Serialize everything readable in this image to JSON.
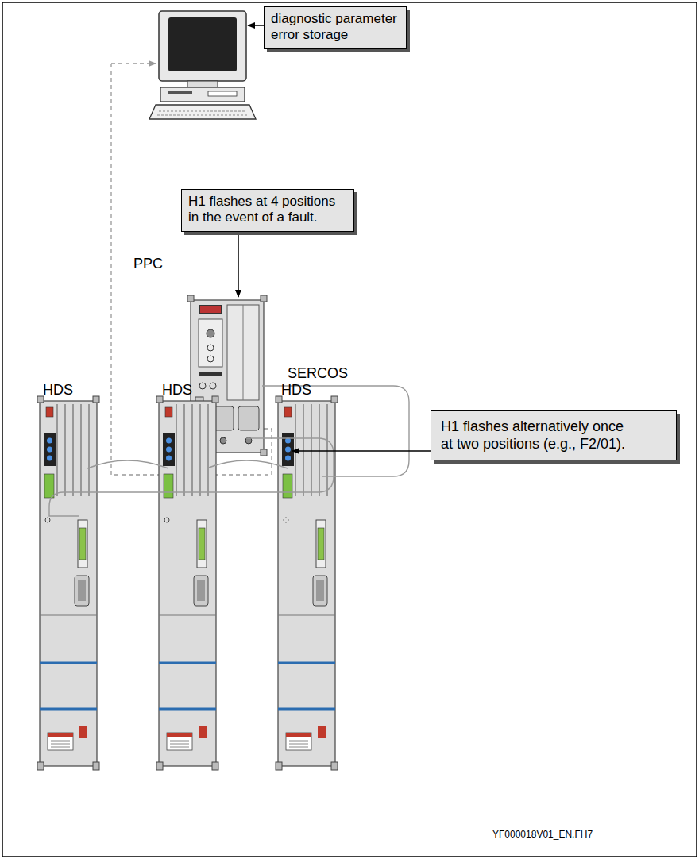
{
  "diagram": {
    "nodes": [
      {
        "text": [
          "diagnostic parameter error storage"
        ]
      },
      {
        "text": [
          "H1 flashes at 4 positions in the event of a fault."
        ]
      },
      {
        "text": [
          "H1 flashes alternatively once at two positions (e.g., F2/01)."
        ]
      }
    ],
    "labels": [
      "PPC",
      "SERCOS",
      "HDS",
      "HDS",
      "HDS",
      "YF000018V01_EN.FH7"
    ]
  }
}
